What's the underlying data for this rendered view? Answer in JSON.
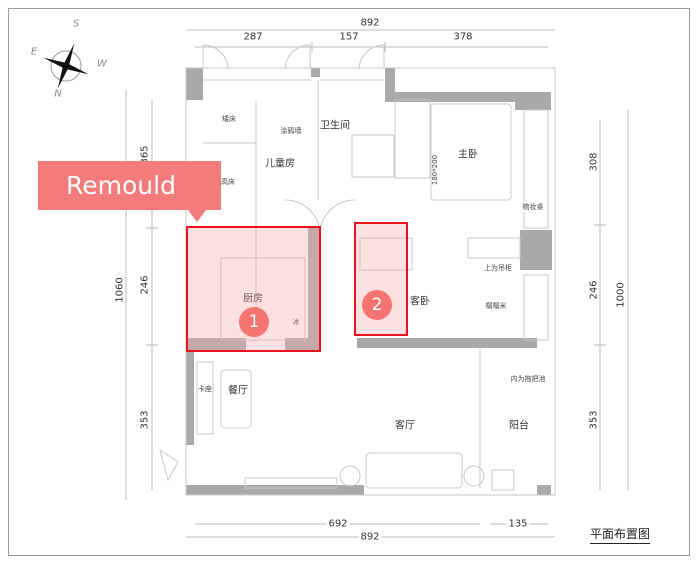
{
  "callout": {
    "label": "Remould",
    "color": "#f47b7b"
  },
  "markers": [
    {
      "number": "1"
    },
    {
      "number": "2"
    }
  ],
  "compass": {
    "n": "N",
    "s": "S",
    "e": "E",
    "w": "W"
  },
  "dimensions": {
    "top_total": "892",
    "top": [
      "287",
      "157",
      "378"
    ],
    "left_total": "1060",
    "left": [
      "365",
      "246",
      "353"
    ],
    "right_total": "1000",
    "right": [
      "308",
      "246",
      "353"
    ],
    "bottom": [
      "692",
      "135"
    ],
    "bottom_total": "892"
  },
  "rooms": {
    "bathroom": "卫生间",
    "master": "主卧",
    "kids": "儿童房",
    "kitchen": "厨房",
    "guest": "客卧",
    "dining": "餐厅",
    "living": "客厅",
    "balcony": "阳台"
  },
  "annotations": {
    "low_bed": "矮床",
    "high_bed": "高床",
    "graffiti_wall": "涂鸦墙",
    "bed_size": "180*200",
    "dresser": "梳妆桌",
    "upper_cabinet": "上为吊柜",
    "tatami": "榻榻米",
    "fridge": "冰",
    "booth": "卡座",
    "mop_sink": "内为拖把池"
  },
  "drawing_title": "平面布置图",
  "colors": {
    "zone_border": "#e8141b",
    "wall": "#a9a9a9"
  }
}
